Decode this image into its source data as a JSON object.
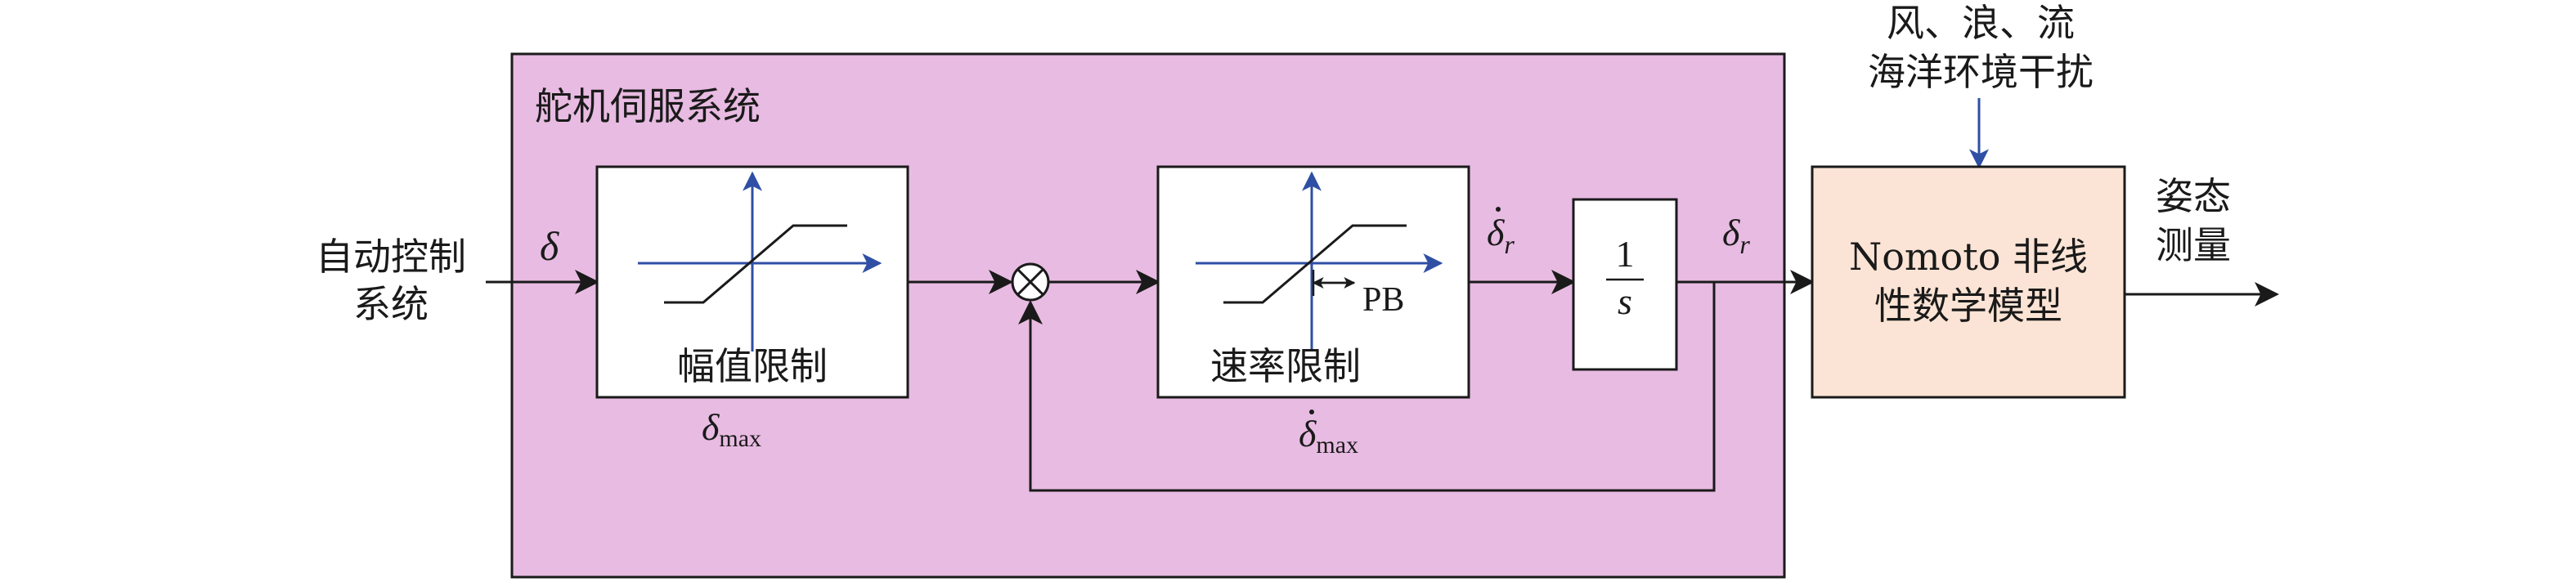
{
  "colors": {
    "servo_fill": "#e8bbe2",
    "model_fill": "#fbe4d5",
    "block_fill": "#ffffff",
    "stroke": "#1a1a1a",
    "axis_blue": "#2f4fa5"
  },
  "servo_system": {
    "title": "舵机伺服系统"
  },
  "input": {
    "line1": "自动控制",
    "line2": "系统",
    "signal": "δ"
  },
  "amplitude_limit": {
    "label": "幅值限制",
    "param_symbol": "δ",
    "param_sub": "max"
  },
  "rate_limit": {
    "label": "速率限制",
    "pb_label": "PB",
    "param_symbol": "δ",
    "param_sub": "max"
  },
  "rate_signal": {
    "symbol": "δ",
    "sub": "r"
  },
  "integrator": {
    "numerator": "1",
    "denominator": "s"
  },
  "output_signal": {
    "symbol": "δ",
    "sub": "r"
  },
  "disturbance": {
    "line1": "风、浪、流",
    "line2": "海洋环境干扰"
  },
  "model": {
    "line1": "Nomoto 非线",
    "line2": "性数学模型"
  },
  "output": {
    "line1": "姿态",
    "line2": "测量"
  }
}
